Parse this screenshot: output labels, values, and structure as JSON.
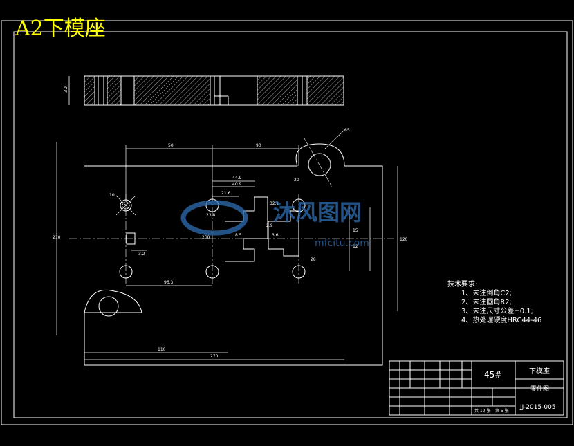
{
  "sheet": {
    "title": "A2下模座"
  },
  "section_view": {
    "thickness_dim": "30"
  },
  "main_view": {
    "dims": {
      "d50": "50",
      "d90": "90",
      "d65": "65",
      "d20": "20",
      "d21_6": "21.6",
      "d10": "10",
      "d44_9": "44.9",
      "d40_9": "40.9",
      "d23_8": "23.8",
      "d32_1": "32.1",
      "d2_9": "2.9",
      "d3_6": "3.6",
      "d8_5": "8.5",
      "d28": "28",
      "d15": "15",
      "d120": "120",
      "d3_2": "3.2",
      "d96_3": "96.3",
      "d110": "110",
      "d270": "270",
      "d210": "210",
      "d200": "200",
      "d12": "12"
    }
  },
  "watermark": {
    "text": "沐风图网",
    "url": "mfcitu.com"
  },
  "notes": {
    "heading": "技术要求:",
    "items": [
      "1、未注倒角C2;",
      "2、未注圆角R2;",
      "3、未注尺寸公差±0.1;",
      "4、热处理硬度HRC44-46"
    ]
  },
  "title_block": {
    "material": "45#",
    "part_name": "下模座",
    "drawing_type": "零件图",
    "drawing_no": "JJ-2015-005",
    "sheet_total": "共 12 张",
    "sheet_no": "第 5 张"
  }
}
